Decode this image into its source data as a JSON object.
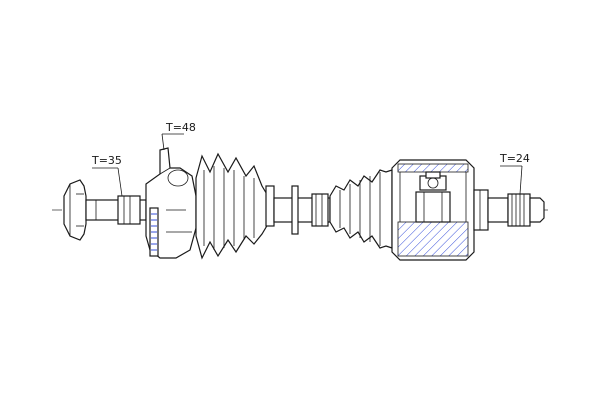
{
  "drawing": {
    "labels": {
      "t_left": "T=35",
      "t_middle": "T=48",
      "t_right": "T=24"
    }
  }
}
